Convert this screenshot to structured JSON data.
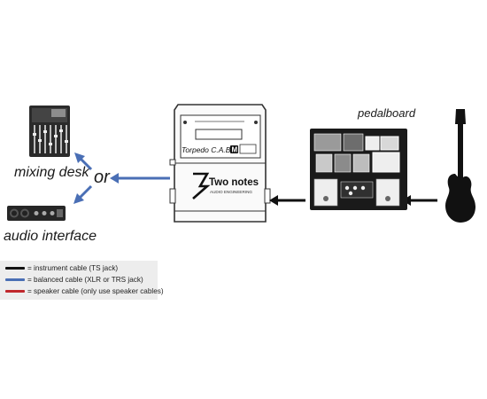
{
  "labels": {
    "mixing_desk": "mixing desk",
    "audio_interface": "audio interface",
    "pedalboard": "pedalboard",
    "or": "or"
  },
  "device": {
    "name": "Torpedo C.A.B.",
    "model_badge": "M",
    "brand": "Two notes",
    "brand_sub": "AUDIO ENGINEERING"
  },
  "legend": [
    {
      "color": "#111111",
      "text": "= instrument cable (TS jack)"
    },
    {
      "color": "#4a6fb5",
      "text": "= balanced cable (XLR or TRS jack)"
    },
    {
      "color": "#c0282d",
      "text": "= speaker cable (only use speaker cables)"
    }
  ],
  "colors": {
    "instrument_cable": "#111111",
    "balanced_cable": "#4a6fb5",
    "speaker_cable": "#c0282d"
  }
}
